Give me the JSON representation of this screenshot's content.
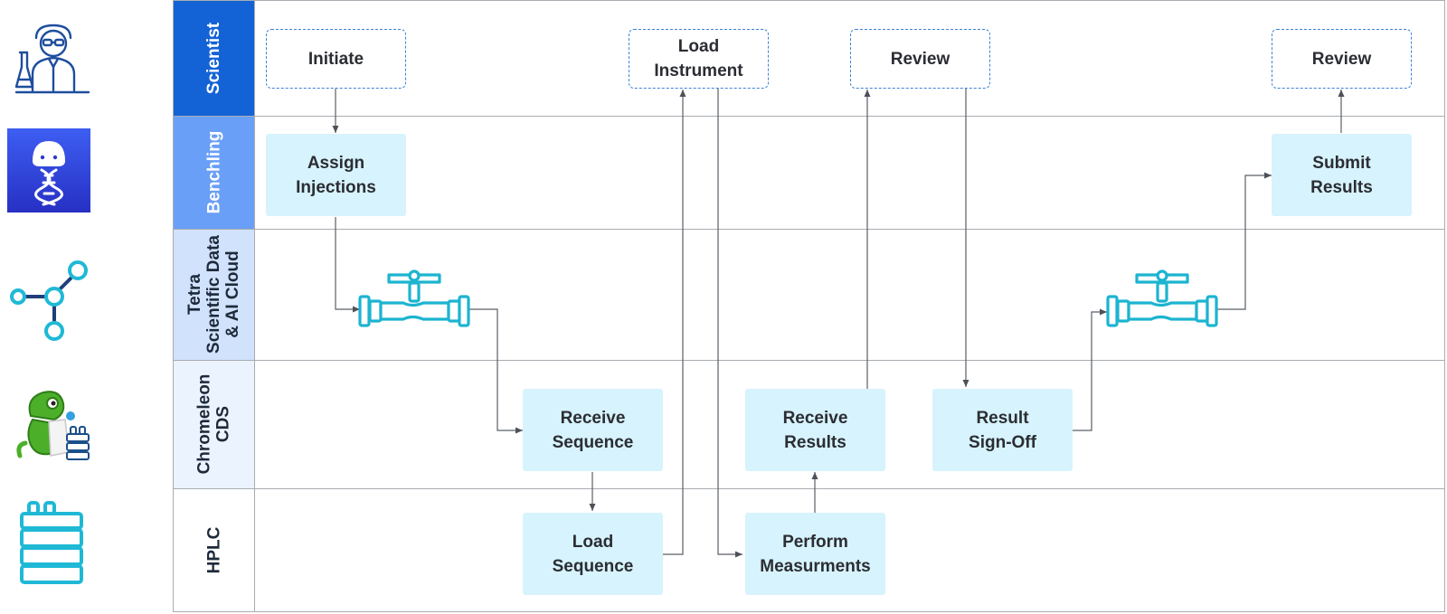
{
  "lanes": [
    {
      "id": "scientist",
      "label": "Scientist",
      "bg": "#1463d6",
      "fg": "#ffffff"
    },
    {
      "id": "benchling",
      "label": "Benchling",
      "bg": "#6a9ff7",
      "fg": "#ffffff"
    },
    {
      "id": "tetra",
      "label": "Tetra\nScientific Data\n& AI Cloud",
      "bg": "#d0e2fc",
      "fg": "#1e2a3a"
    },
    {
      "id": "chromeleon",
      "label": "Chromeleon\nCDS",
      "bg": "#ebf3fe",
      "fg": "#1e2a3a"
    },
    {
      "id": "hplc",
      "label": "HPLC",
      "bg": "#ffffff",
      "fg": "#1e2a3a"
    }
  ],
  "nodes": {
    "initiate": "Initiate",
    "load_instrument": "Load\nInstrument",
    "review_1": "Review",
    "review_2": "Review",
    "assign_injections": "Assign\nInjections",
    "submit_results": "Submit\nResults",
    "receive_sequence": "Receive\nSequence",
    "receive_results": "Receive\nResults",
    "result_signoff": "Result\nSign-Off",
    "load_sequence": "Load\nSequence",
    "perform_measurements": "Perform\nMeasurments"
  },
  "icons": {
    "scientist": "scientist-icon",
    "benchling": "benchling-logo-icon",
    "tetra": "tetra-network-icon",
    "chromeleon": "chameleon-mascot-icon",
    "hplc": "hplc-instrument-icon",
    "pipeline": "pipe-valve-icon"
  },
  "colors": {
    "accent": "#1463d6",
    "node_fill": "#d7f3fd",
    "dashed_border": "#3b82d6",
    "pipe": "#1cb4d0",
    "connector": "#5a5f66",
    "separator": "#a9acb1"
  }
}
